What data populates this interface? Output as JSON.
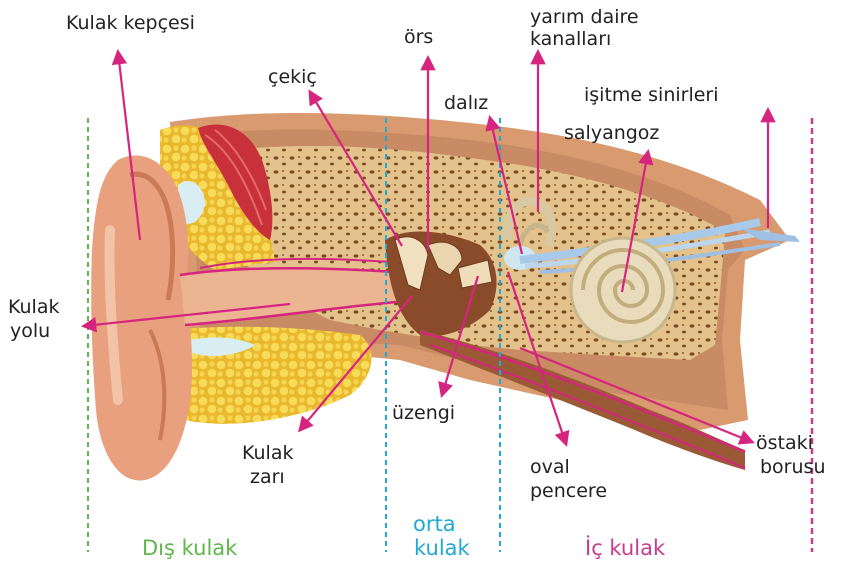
{
  "labels": {
    "kulak_kepcesi": "Kulak kepçesi",
    "cekic": "çekiç",
    "ors": "örs",
    "yarim_daire_1": "yarım daire",
    "yarim_daire_2": "kanalları",
    "daliz": "dalız",
    "isitme_sinirleri": "işitme sinirleri",
    "salyangoz": "salyangoz",
    "kulak_yolu_1": "Kulak",
    "kulak_yolu_2": "yolu",
    "uzengi": "üzengi",
    "kulak_zari_1": "Kulak",
    "kulak_zari_2": "zarı",
    "oval_pencere_1": "oval",
    "oval_pencere_2": "pencere",
    "ostaki_borusu_1": "östaki",
    "ostaki_borusu_2": "borusu"
  },
  "sections": {
    "dis_kulak": "Dış kulak",
    "orta_kulak_1": "orta",
    "orta_kulak_2": "kulak",
    "ic_kulak": "İç kulak"
  },
  "colors": {
    "arrow": "#d6257e",
    "dis_kulak": "#5fb64a",
    "orta_kulak": "#21a9d6",
    "ic_kulak": "#c83c8f",
    "skin": "#e8a07e",
    "bone": "#e7c48f",
    "fat": "#f3d24a"
  }
}
